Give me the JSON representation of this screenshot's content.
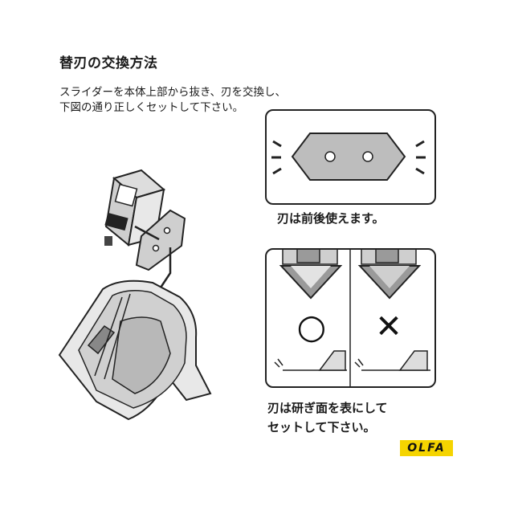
{
  "title": "替刃の交換方法",
  "instruction": {
    "line1": "スライダーを本体上部から抜き、刃を交換し、",
    "line2": "下図の通り正しくセットして下さい。"
  },
  "caption_reversible": "刃は前後使えます。",
  "caption_bevel": {
    "line1": "刃は研ぎ面を表にして",
    "line2": "セットして下さい。"
  },
  "correct_mark": "○",
  "wrong_mark": "✕",
  "brand_logo": "OLFA",
  "colors": {
    "logo_bg": "#f5d400",
    "line": "#222222",
    "gray": "#9a9a9a"
  }
}
